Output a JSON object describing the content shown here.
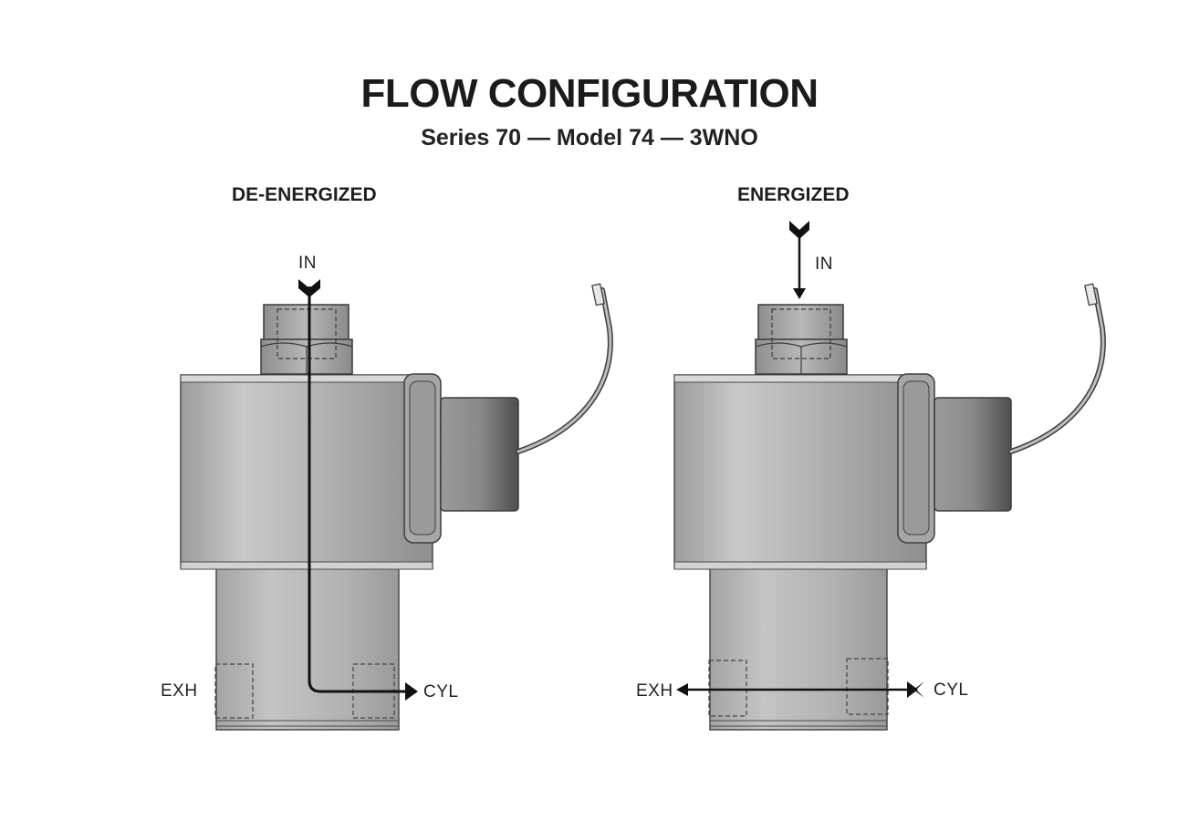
{
  "title": "FLOW CONFIGURATION",
  "subtitle": "Series 70 — Model 74 — 3WNO",
  "panels": [
    {
      "state": "DE-ENERGIZED",
      "ports": {
        "in": "IN",
        "exh": "EXH",
        "cyl": "CYL"
      },
      "flow_path": "IN to CYL"
    },
    {
      "state": "ENERGIZED",
      "ports": {
        "in": "IN",
        "exh": "EXH",
        "cyl": "CYL"
      },
      "flow_path": "CYL to EXH"
    }
  ],
  "colors": {
    "body": "#b5b5b5",
    "body_dark": "#8f8f8f",
    "body_light": "#d6d6d6",
    "outline": "#3a3a3a",
    "flow_line": "#111111"
  }
}
